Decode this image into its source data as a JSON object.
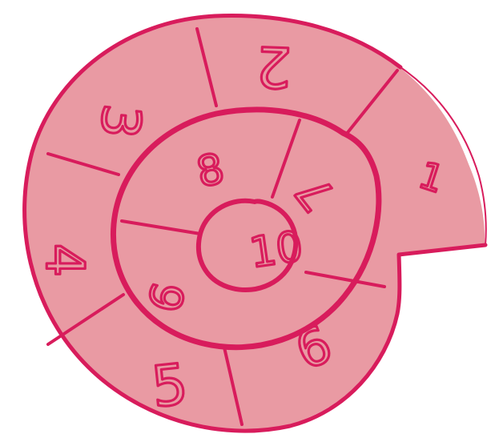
{
  "spiral": {
    "fill_color": "#e99aa3",
    "line_color": "#d81c5c",
    "numbers": [
      "1",
      "2",
      "3",
      "4",
      "5",
      "6",
      "7",
      "8",
      "9",
      "10"
    ]
  }
}
